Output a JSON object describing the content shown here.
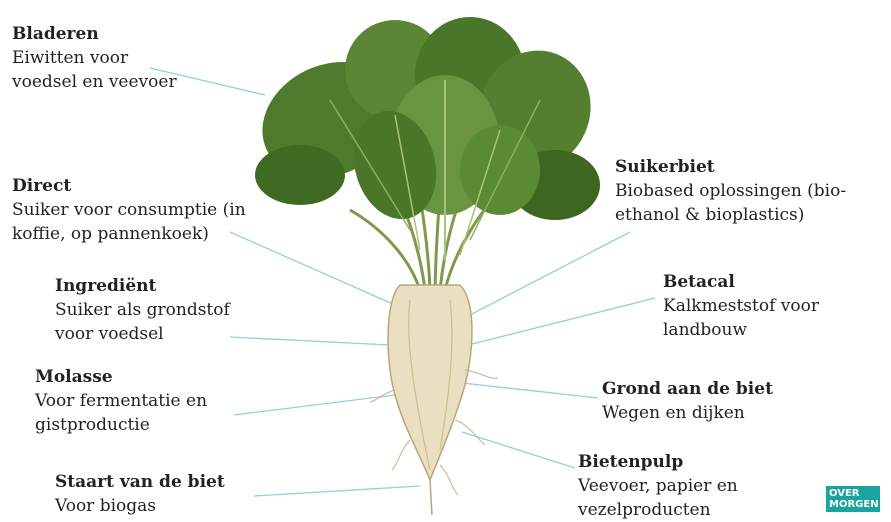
{
  "labels": {
    "bladeren": {
      "title": "Bladeren",
      "desc1": "Eiwitten voor",
      "desc2": "voedsel en veevoer"
    },
    "direct": {
      "title": "Direct",
      "desc1": "Suiker voor consumptie (in",
      "desc2": "koffie, op pannenkoek)"
    },
    "ingredient": {
      "title": "Ingrediënt",
      "desc1": "Suiker als grondstof",
      "desc2": "voor voedsel"
    },
    "molasse": {
      "title": "Molasse",
      "desc1": "Voor fermentatie en",
      "desc2": "gistproductie"
    },
    "staart": {
      "title": "Staart van de biet",
      "desc1": "Voor biogas"
    },
    "suikerbiet": {
      "title": "Suikerbiet",
      "desc1": "Biobased oplossingen (bio-",
      "desc2": "ethanol & bioplastics)"
    },
    "betacal": {
      "title": "Betacal",
      "desc1": "Kalkmeststof voor",
      "desc2": "landbouw"
    },
    "grond": {
      "title": "Grond aan de biet",
      "desc1": "Wegen en dijken"
    },
    "bietenpulp": {
      "title": "Bietenpulp",
      "desc1": "Veevoer, papier en",
      "desc2": "vezelproducten"
    }
  },
  "logo": {
    "line1": "OVER",
    "line2": "MORGEN"
  },
  "colors": {
    "leaf": "#4f7a2e",
    "leaf_dark": "#2f5219",
    "root": "#e8dcb8",
    "line": "#8fd3d6",
    "logo": "#1aa3a0"
  }
}
